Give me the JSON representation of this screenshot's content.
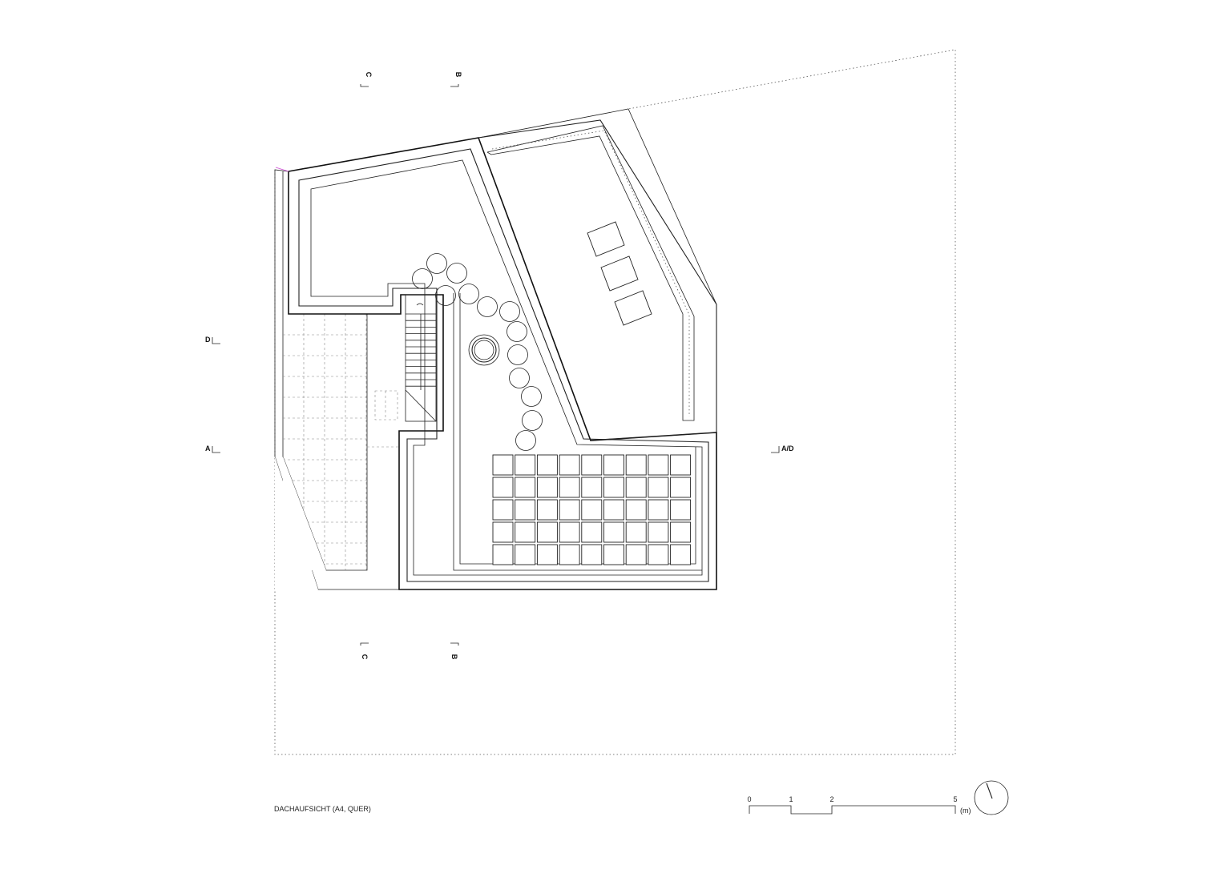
{
  "drawing": {
    "title": "DACHAUFSICHT (A4, QUER)"
  },
  "section_markers": {
    "c_top": "C",
    "b_top": "B",
    "c_bottom": "C",
    "b_bottom": "B",
    "d_left": "D",
    "a_left": "A",
    "ad_right": "A/D"
  },
  "scale_bar": {
    "labels": [
      "0",
      "1",
      "2",
      "5"
    ],
    "unit": "(m)"
  },
  "colors": {
    "line": "#222222",
    "accent_corner": "#d04ad8"
  }
}
